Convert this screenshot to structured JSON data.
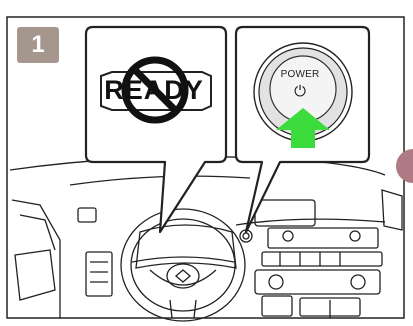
{
  "step": {
    "number": "1"
  },
  "indicator": {
    "text": "READY"
  },
  "power_button": {
    "label": "POWER",
    "symbol": "⏻"
  },
  "colors": {
    "badge": "#a5978d",
    "arrow": "#3ddc3d",
    "side_circle": "#b07a84",
    "outline": "#222222"
  }
}
